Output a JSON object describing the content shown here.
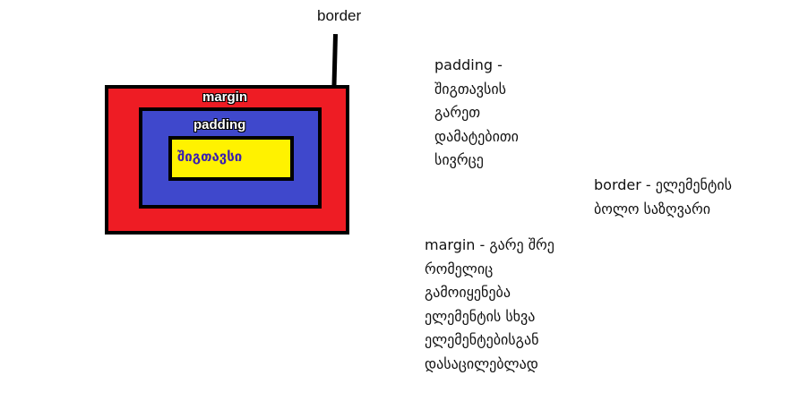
{
  "colors": {
    "margin": "#ee1c24",
    "padding": "#3f48cc",
    "content": "#fff200",
    "border": "#000000",
    "content_text": "#3a1fb0"
  },
  "diagram": {
    "top_label": "border",
    "margin_label": "margin",
    "padding_label": "padding",
    "content_label": "შიგთავსი"
  },
  "notes": {
    "padding": [
      "padding -",
      "შიგთავსის",
      "გარეთ",
      "დამატებითი",
      "სივრცე"
    ],
    "border": [
      "border - ელემენტის",
      "ბოლო საზღვარი"
    ],
    "margin": [
      "margin - გარე შრე",
      "რომელიც",
      "გამოიყენება",
      "ელემენტის სხვა",
      "ელემენტებისგან",
      "დასაცილებლად"
    ]
  }
}
